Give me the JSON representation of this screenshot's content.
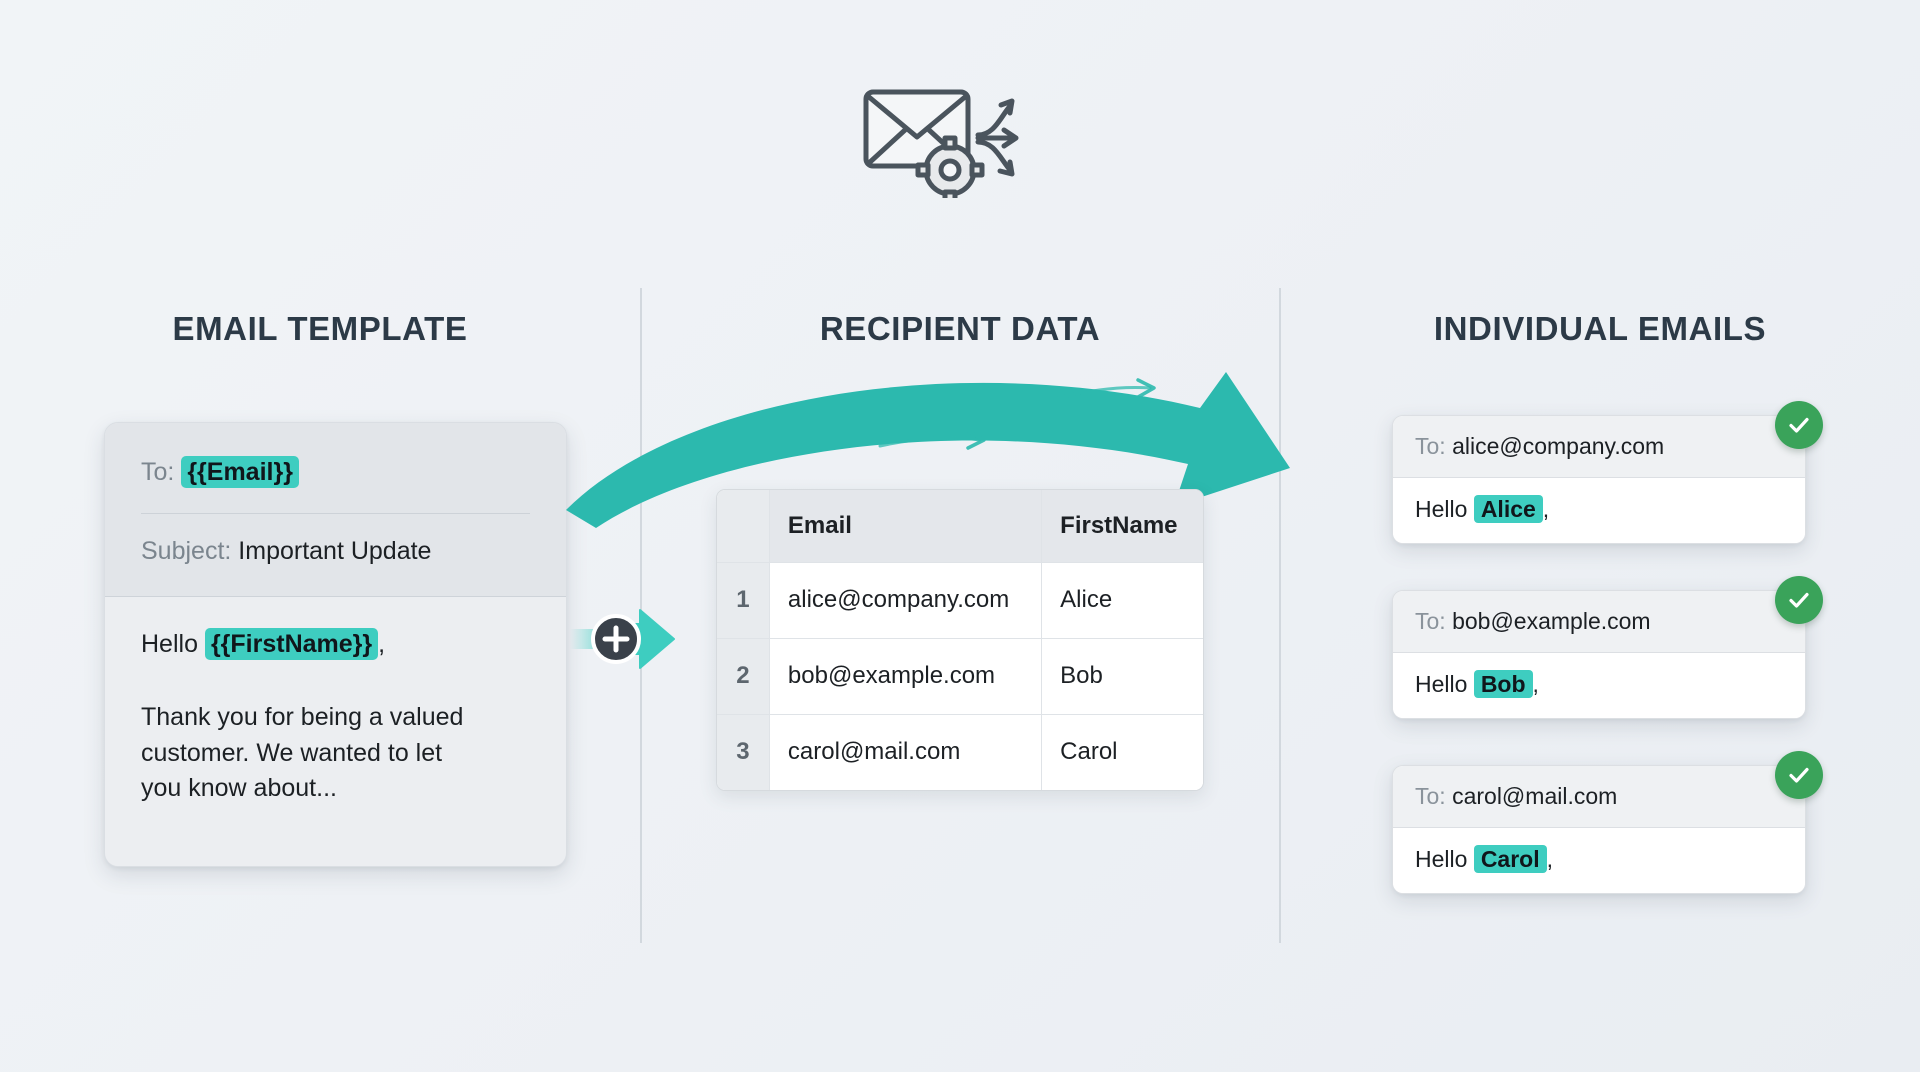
{
  "theme": {
    "background": "#eef1f5",
    "accent_teal": "#3ecdc0",
    "heading_color": "#2c3a47",
    "success_green": "#3aa35a",
    "divider_color": "#d2d8de"
  },
  "hero_icon": {
    "name": "envelope-gear-arrows-icon",
    "description": "envelope with gear and three diverging arrows"
  },
  "columns": {
    "template_heading": "EMAIL TEMPLATE",
    "recipients_heading": "RECIPIENT DATA",
    "emails_heading": "INDIVIDUAL EMAILS"
  },
  "email_template": {
    "to_label": "To:",
    "to_token": "{{Email}}",
    "subject_label": "Subject:",
    "subject_value": "Important Update",
    "greeting_prefix": "Hello",
    "greeting_token": "{{FirstName}}",
    "greeting_suffix": ",",
    "paragraph": "Thank you for being a valued customer. We wanted to let you know about..."
  },
  "merge_node": {
    "plus_label": "+",
    "icon": "plus-circle-icon",
    "arrow_icon": "arrow-right-icon"
  },
  "flow_arrow": {
    "icon": "curved-arrow-right-icon",
    "small_arrow_1": "arrow-right-small-icon",
    "small_arrow_2": "arrow-right-small-icon"
  },
  "recipient_table": {
    "columns": [
      "",
      "Email",
      "FirstName"
    ],
    "rows": [
      {
        "index": "1",
        "email": "alice@company.com",
        "first_name": "Alice"
      },
      {
        "index": "2",
        "email": "bob@example.com",
        "first_name": "Bob"
      },
      {
        "index": "3",
        "email": "carol@mail.com",
        "first_name": "Carol"
      }
    ]
  },
  "individual_emails": {
    "to_label": "To:",
    "greeting_prefix": "Hello",
    "greeting_suffix": ",",
    "status_icon": "check-circle-icon",
    "cards": [
      {
        "to": "alice@company.com",
        "name": "Alice"
      },
      {
        "to": "bob@example.com",
        "name": "Bob"
      },
      {
        "to": "carol@mail.com",
        "name": "Carol"
      }
    ]
  }
}
